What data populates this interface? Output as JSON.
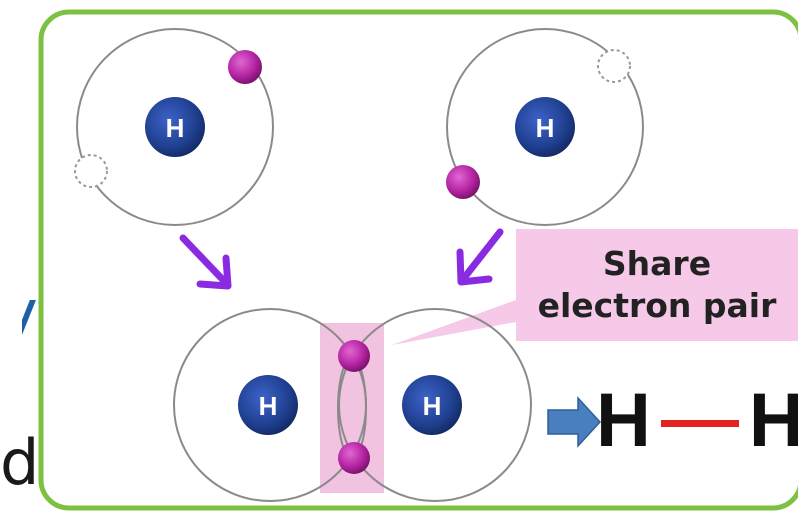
{
  "atoms": {
    "top_left": {
      "symbol": "H"
    },
    "top_right": {
      "symbol": "H"
    },
    "bottom_left": {
      "symbol": "H"
    },
    "bottom_right": {
      "symbol": "H"
    }
  },
  "label": {
    "line1": "Share",
    "line2": "electron pair"
  },
  "formula": {
    "left_atom": "H",
    "right_atom": "H"
  },
  "edge_text": {
    "upper": "y",
    "lower": "d"
  },
  "colors": {
    "frame_border": "#7cc142",
    "nucleus": "#1f3f8f",
    "electron": "#b0209e",
    "arrow_purple": "#8a2be2",
    "shared_region": "#f0b8dc",
    "label_bg": "#f6c9e8",
    "bond_red": "#e52222",
    "block_arrow": "#4a7fbf"
  }
}
